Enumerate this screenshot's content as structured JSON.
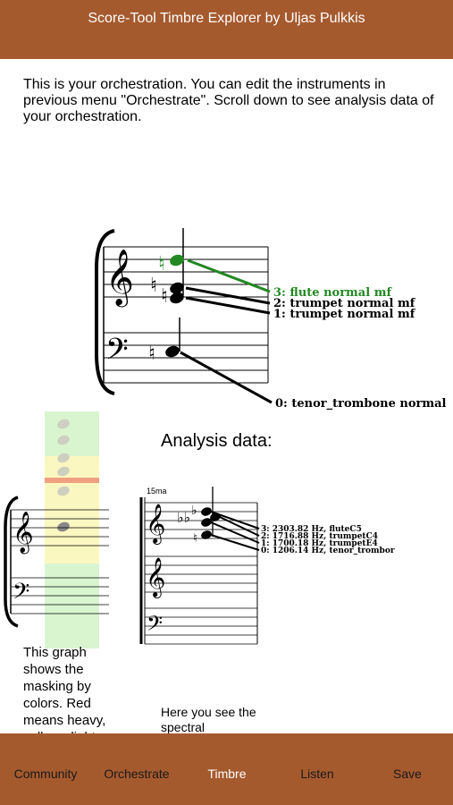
{
  "header": {
    "title": "Score-Tool Timbre Explorer by Uljas Pulkkis"
  },
  "intro": "This is your orchestration. You can edit the instruments in previous menu \"Orchestrate\". Scroll down to see analysis data of your orchestration.",
  "orchestration": {
    "labels": [
      "3: flute normal mf",
      "2: trumpet normal mf",
      "1: trumpet normal mf",
      "0: tenor_trombone normal"
    ],
    "accent_color": "#228822"
  },
  "analysis": {
    "heading": "Analysis data:",
    "octave_marking": "15ma",
    "spectral_labels": [
      "3: 2303.82 Hz, fluteC5",
      "2: 1716.88 Hz, trumpetC4",
      "1: 1700.18 Hz, trumpetE4",
      "0: 1206.14 Hz, tenor_trombor"
    ]
  },
  "masking_text": "This graph shows the masking by colors. Red means heavy, yellow slight",
  "spectral_text": "Here you see the spectral",
  "tabs": [
    {
      "label": "Community"
    },
    {
      "label": "Orchestrate"
    },
    {
      "label": "Timbre",
      "active": true
    },
    {
      "label": "Listen"
    },
    {
      "label": "Save"
    }
  ],
  "colors": {
    "bar": "#a55a2e",
    "active_tab": "#ffffff",
    "masking_red": "#f0a080",
    "masking_yellow": "#fbf7c0",
    "masking_green": "#d8f5d0"
  }
}
